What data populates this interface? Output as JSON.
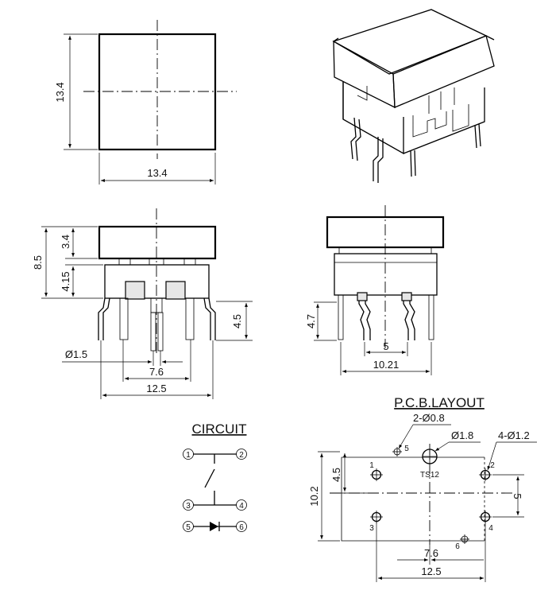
{
  "top_view": {
    "width_label": "13.4",
    "height_label": "13.4"
  },
  "front_view": {
    "cap_height": "3.4",
    "total_height": "8.5",
    "body_height": "4.15",
    "pin_length": "4.5",
    "pin_dia": "Ø1.5",
    "pin_pitch": "7.6",
    "body_width": "12.5"
  },
  "side_view": {
    "pin_length": "4.7",
    "pin_pitch": "5",
    "body_width": "10.21"
  },
  "circuit": {
    "title": "CIRCUIT",
    "pins": [
      "1",
      "2",
      "3",
      "4",
      "5",
      "6"
    ]
  },
  "pcb": {
    "title": "P.C.B.LAYOUT",
    "hole_small": "2-Ø0.8",
    "hole_mid": "Ø1.8",
    "hole_main": "4-Ø1.2",
    "part_label": "TS12",
    "dim_vert_offset": "4.5",
    "dim_height": "10.2",
    "dim_right": "5",
    "dim_pitch": "7.6",
    "dim_width": "12.5",
    "pin_labels": [
      "1",
      "2",
      "3",
      "4",
      "5",
      "6"
    ]
  }
}
